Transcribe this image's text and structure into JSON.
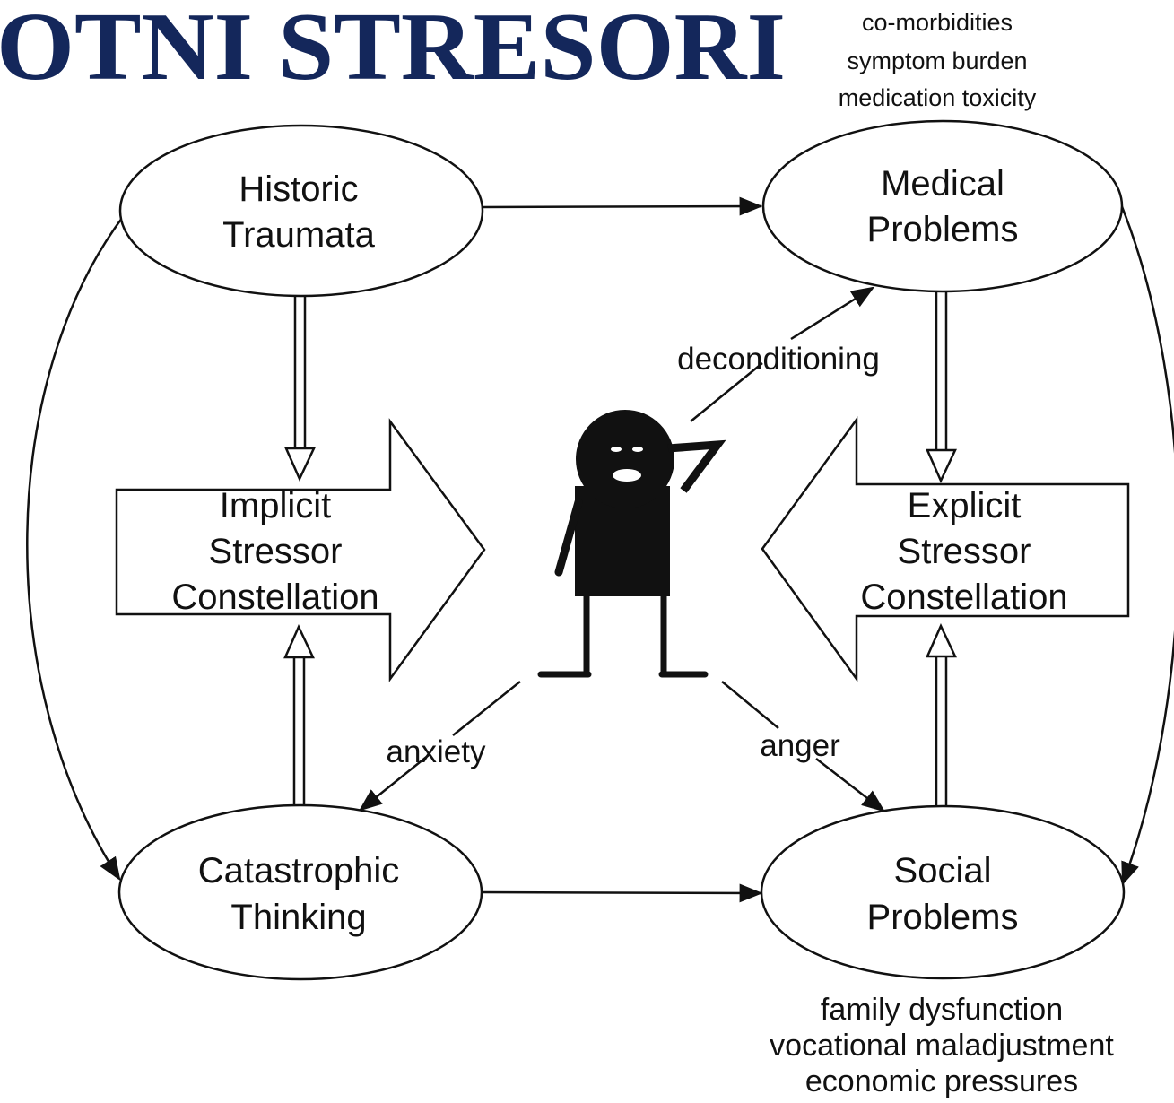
{
  "title": {
    "text": "OTNI STRESORI",
    "color": "#14275b"
  },
  "nodes": {
    "historic_traumata": [
      "Historic",
      "Traumata"
    ],
    "medical_problems": [
      "Medical",
      "Problems"
    ],
    "catastrophic_thinking": [
      "Catastrophic",
      "Thinking"
    ],
    "social_problems": [
      "Social",
      "Problems"
    ],
    "implicit_stressor": [
      "Implicit",
      "Stressor",
      "Constellation"
    ],
    "explicit_stressor": [
      "Explicit",
      "Stressor",
      "Constellation"
    ]
  },
  "medical_notes": [
    "co-morbidities",
    "symptom burden",
    "medication toxicity"
  ],
  "social_notes": [
    "family dysfunction",
    "vocational maladjustment",
    "economic pressures"
  ],
  "edge_labels": {
    "deconditioning": "deconditioning",
    "anxiety": "anxiety",
    "anger": "anger"
  },
  "figure_icon": "stick-figure-icon"
}
